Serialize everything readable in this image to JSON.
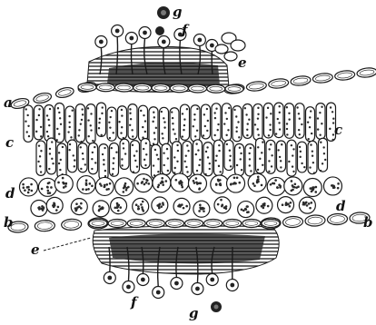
{
  "figure": {
    "style": "engraved botanical cross-section of a leaf",
    "ink_color": "#1a1a1a",
    "paper_color": "#ffffff",
    "labels": {
      "a": "a",
      "b_left": "b",
      "b_right": "b",
      "c_left": "c",
      "c_right": "c",
      "d_left": "d",
      "d_right": "d",
      "e_top": "e",
      "e_bottom": "e",
      "f_top": "f",
      "f_bottom": "f",
      "g_top": "g",
      "g_bottom": "g"
    }
  }
}
